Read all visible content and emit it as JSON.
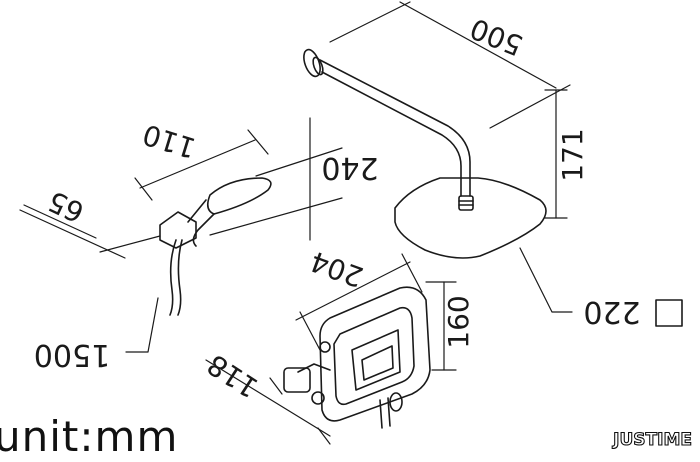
{
  "dimensions": {
    "arm_length": "500",
    "arm_drop": "171",
    "hand_shower_length": "110",
    "hand_shower_width": "65",
    "hand_shower_height": "240",
    "hose_length": "1500",
    "head_size": "220",
    "mixer_width": "204",
    "mixer_depth": "118",
    "mixer_height": "160"
  },
  "footer": {
    "unit_label": "unit:mm",
    "brand": "JUSTIME"
  },
  "colors": {
    "line": "#1a1a1a",
    "background": "#ffffff"
  }
}
